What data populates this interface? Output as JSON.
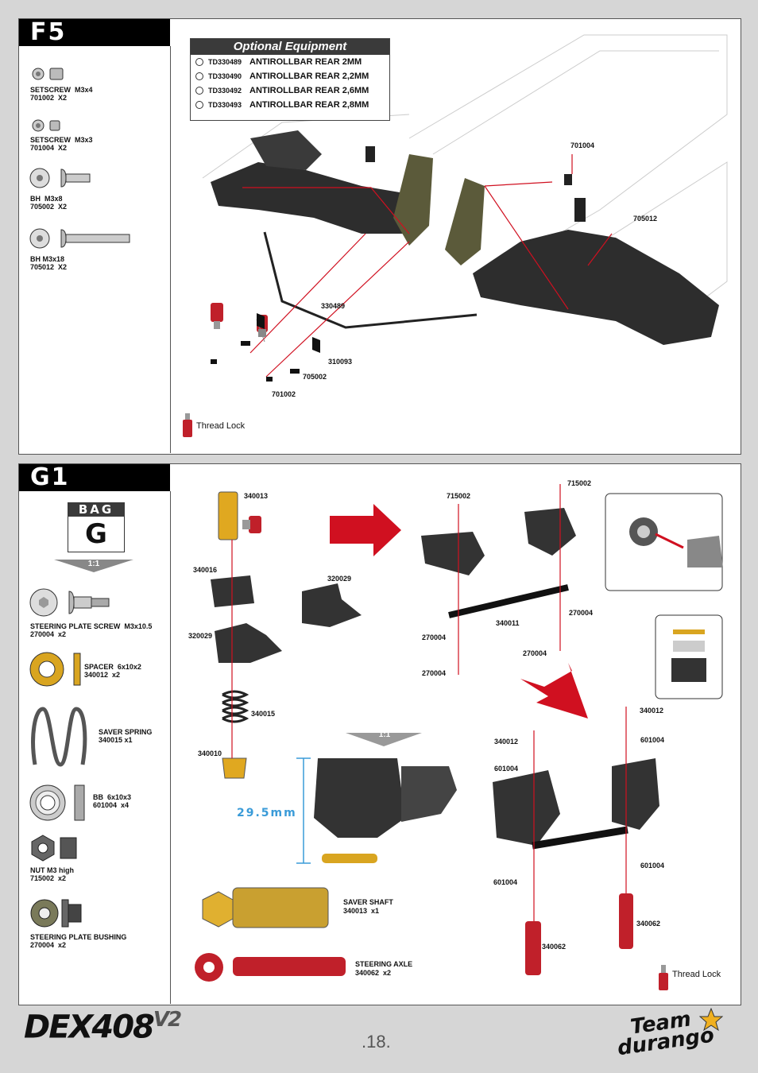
{
  "f5": {
    "step": "F5",
    "parts": [
      {
        "name": "SETSCREW  M3x4",
        "code": "701002  X2"
      },
      {
        "name": "SETSCREW  M3x3",
        "code": "701004  X2"
      },
      {
        "name": "BH  M3x8",
        "code": "705002  X2"
      },
      {
        "name": "BH M3x18",
        "code": "705012  X2"
      }
    ],
    "optional": {
      "title": "Optional Equipment",
      "items": [
        {
          "code": "TD330489",
          "label": "ANTIROLLBAR REAR 2MM"
        },
        {
          "code": "TD330490",
          "label": "ANTIROLLBAR REAR 2,2MM"
        },
        {
          "code": "TD330492",
          "label": "ANTIROLLBAR REAR 2,6MM"
        },
        {
          "code": "TD330493",
          "label": "ANTIROLLBAR REAR 2,8MM"
        }
      ]
    },
    "callouts": [
      "701004",
      "705012",
      "330489",
      "310093",
      "705002",
      "701002"
    ],
    "thread_lock": "Thread Lock"
  },
  "g1": {
    "step": "G1",
    "bag_label": "BAG",
    "bag_letter": "G",
    "scale": "1:1",
    "parts": [
      {
        "name": "STEERING PLATE SCREW  M3x10.5",
        "code": "270004  x2"
      },
      {
        "name": "SPACER  6x10x2",
        "code": "340012  x2"
      },
      {
        "name": "SAVER SPRING",
        "code": "340015 x1"
      },
      {
        "name": "BB  6x10x3",
        "code": "601004  x4"
      },
      {
        "name": "NUT M3 high",
        "code": "715002  x2"
      },
      {
        "name": "STEERING PLATE BUSHING",
        "code": "270004  x2"
      }
    ],
    "callouts": [
      "340013",
      "340016",
      "320029",
      "320029",
      "340015",
      "340010",
      "715002",
      "715002",
      "340011",
      "270004",
      "270004",
      "270004",
      "270004",
      "340012",
      "340012",
      "601004",
      "601004",
      "601004",
      "601004",
      "340062",
      "340062"
    ],
    "dimension": "29.5mm",
    "scale2": "1:1",
    "saver_shaft": {
      "name": "SAVER SHAFT",
      "code": "340013  x1"
    },
    "steering_axle": {
      "name": "STEERING AXLE",
      "code": "340062  x2"
    },
    "thread_lock": "Thread Lock"
  },
  "footer": {
    "logo": "DEX408",
    "logo_sup": "V2",
    "page": ".18.",
    "brand_line1": "Team",
    "brand_line2": "durango"
  }
}
